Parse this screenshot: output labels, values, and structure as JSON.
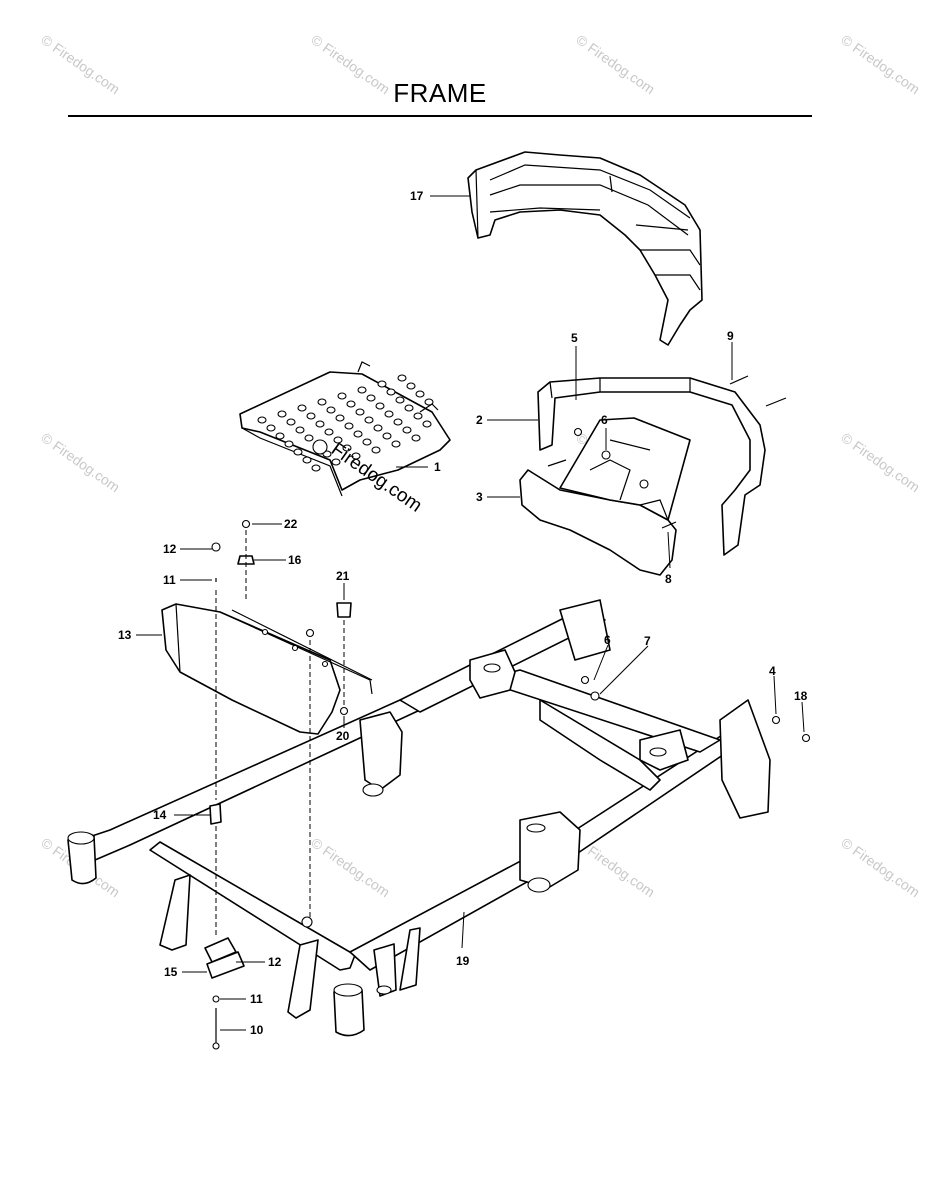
{
  "title": "FRAME",
  "watermark": "© Firedog.com",
  "watermark_large": "Firedog.com",
  "callouts": [
    "1",
    "2",
    "3",
    "4",
    "5",
    "6",
    "6",
    "7",
    "8",
    "9",
    "10",
    "11",
    "11",
    "12",
    "12",
    "13",
    "14",
    "15",
    "16",
    "17",
    "18",
    "19",
    "20",
    "21",
    "22"
  ]
}
